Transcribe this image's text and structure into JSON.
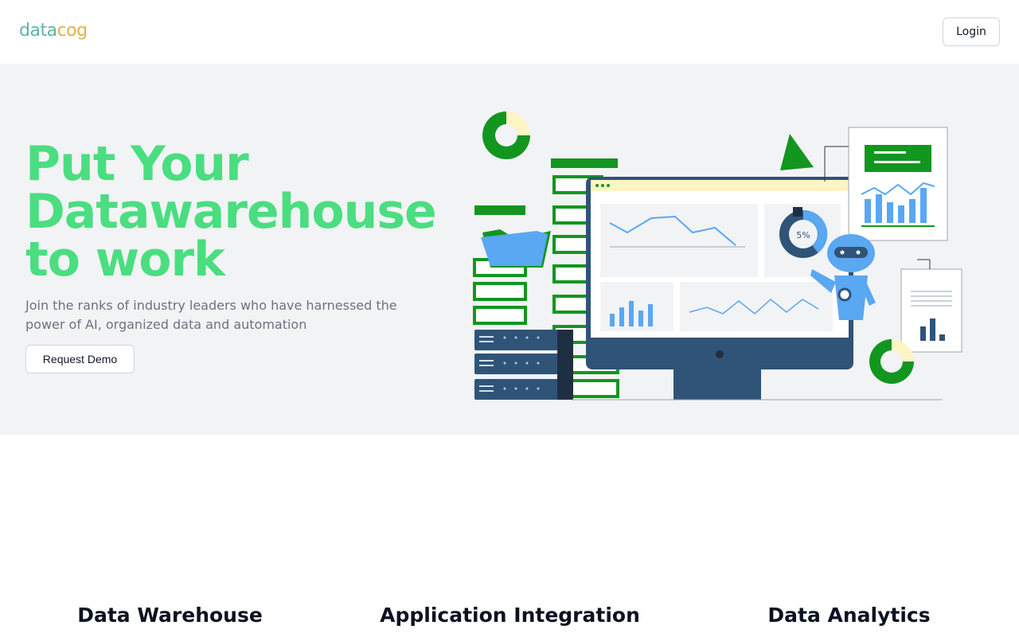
{
  "header": {
    "logo_part1": "data",
    "logo_part2": "cog",
    "login_label": "Login"
  },
  "hero": {
    "title_line1": "Put Your",
    "title_line2": "Datawarehouse",
    "title_line3": "to work",
    "subtitle": "Join the ranks of industry leaders who have harnessed the power of AI, organized data and automation",
    "demo_label": "Request Demo",
    "illustration": {
      "donut_label": "5%",
      "accent_green": "#12961f",
      "accent_blue": "#5aa7f2",
      "monitor_navy": "#2f5478",
      "accent_yellow": "#fdf5c4"
    }
  },
  "features": [
    {
      "title": "Data Warehouse"
    },
    {
      "title": "Application Integration"
    },
    {
      "title": "Data Analytics"
    }
  ],
  "colors": {
    "headline": "#4ade80",
    "hero_bg": "#f2f3f5",
    "logo_teal": "#5fb3a6",
    "logo_gold": "#e2b04a"
  }
}
